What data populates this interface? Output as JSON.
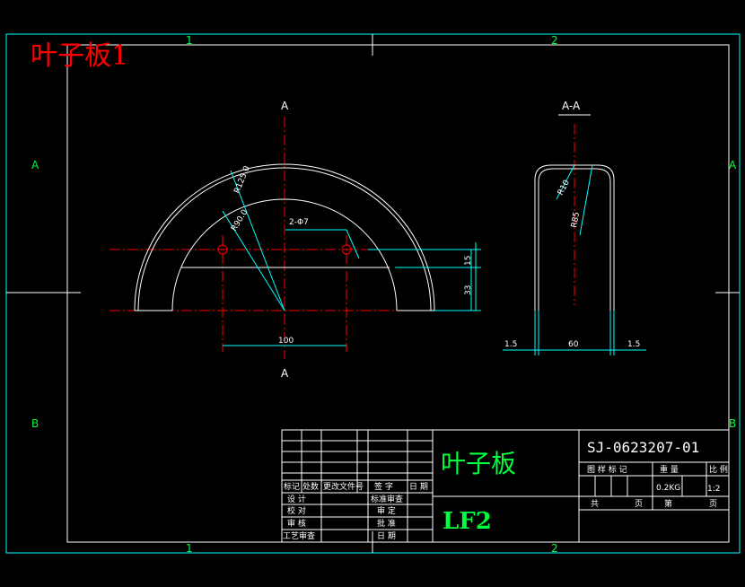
{
  "drawing": {
    "title_overlay": "叶子板1",
    "zone_columns": [
      "1",
      "2"
    ],
    "zone_rows": [
      "A",
      "B"
    ],
    "section_marker": "A",
    "section_view_title": "A-A"
  },
  "dimensions": {
    "r_outer_front": "R125.0",
    "r_inner_front": "R90.0",
    "holes": "2-Φ7",
    "height_15": "15",
    "height_33": "33",
    "span_100": "100",
    "r_outer_side": "R10",
    "r_inner_side": "R85",
    "left_1_5": "1.5",
    "width_60": "60",
    "right_1_5": "1.5"
  },
  "title_block": {
    "part_name": "叶子板",
    "drawing_number": "SJ-0623207-01",
    "material": "LF2",
    "col_mark": "标记",
    "col_count": "处数",
    "col_change_doc": "更改文件号",
    "col_signature": "签 字",
    "col_date": "日 期",
    "row_design": "设 计",
    "row_check": "校 对",
    "row_review": "审 核",
    "row_process": "工艺审查",
    "std_check": "标准审查",
    "approve_1": "审 定",
    "approve_2": "批 准",
    "date_label": "日 期",
    "stage_mark": "图 样 标 记",
    "weight_label": "重 量",
    "scale_label": "比 例",
    "weight_value": "0.2KG",
    "scale_value": "1:2",
    "total_label": "共",
    "sheet_unit": "页",
    "sheet_label": "第",
    "sheet_unit2": "页"
  },
  "colors": {
    "frame": "#ffffff",
    "zone_text": "#00ff3c",
    "center_line": "#ff0000",
    "dimension": "#00ffff",
    "border_outer": "#00ffff",
    "overlay_title": "#ff0000"
  }
}
